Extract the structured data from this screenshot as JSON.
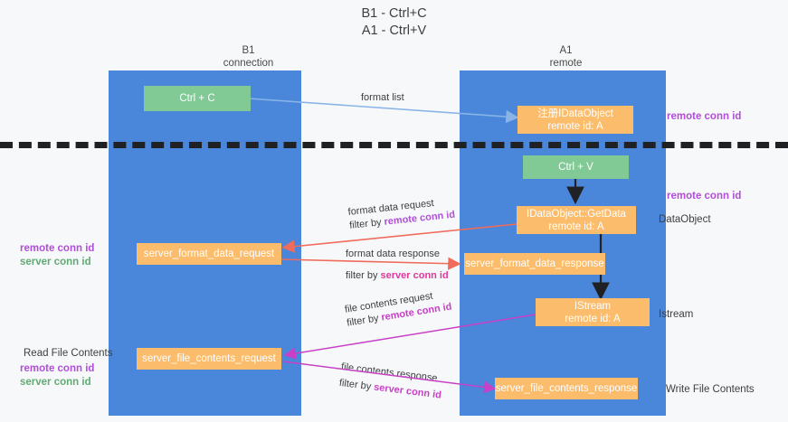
{
  "title": {
    "line1": "B1 - Ctrl+C",
    "line2": "A1 - Ctrl+V"
  },
  "columns": {
    "left": {
      "name": "B1",
      "role": "connection"
    },
    "right": {
      "name": "A1",
      "role": "remote"
    }
  },
  "nodes": {
    "ctrl_c": {
      "label": "Ctrl + C"
    },
    "ctrl_v": {
      "label": "Ctrl + V"
    },
    "register_dataobject": {
      "line1": "注册IDataObject",
      "line2": "remote id: A"
    },
    "getdata": {
      "line1": "IDataObject::GetData",
      "line2": "remote id: A"
    },
    "istream": {
      "line1": "IStream",
      "line2": "remote id: A"
    },
    "server_format_data_request": {
      "label": "server_format_data_request"
    },
    "server_format_data_response": {
      "label": "server_format_data_response"
    },
    "server_file_contents_request": {
      "label": "server_file_contents_request"
    },
    "server_file_contents_response": {
      "label": "server_file_contents_response"
    }
  },
  "edges": {
    "format_list": {
      "label": "format list"
    },
    "format_data_request": {
      "line1": "format data request",
      "filter_prefix": "filter by ",
      "filter_key": "remote conn id"
    },
    "format_data_response": {
      "line1": "format data response",
      "filter_prefix": "filter by ",
      "filter_key": "server conn id"
    },
    "file_contents_request": {
      "line1": "file contents request",
      "filter_prefix": "filter by ",
      "filter_key": "remote conn id"
    },
    "file_contents_response": {
      "line1": "file contents response",
      "filter_prefix": "filter by ",
      "filter_key": "server conn id"
    }
  },
  "annotations": {
    "right_top_conn": "remote conn id",
    "right_getdata_conn": "remote conn id",
    "right_dataobject": "DataObject",
    "right_istream": "Istream",
    "right_write_file": "Write File Contents",
    "left_mid_remote": "remote conn id",
    "left_mid_server": "server conn id",
    "left_read_file": "Read File Contents",
    "left_bot_remote": "remote conn id",
    "left_bot_server": "server conn id"
  },
  "colors": {
    "lane": "#4a86d9",
    "green_node": "#81c995",
    "orange_node": "#fbbc6b",
    "purple": "#b14fd8",
    "green_text": "#5fab73",
    "pink": "#e0399a",
    "magenta": "#c840c8",
    "blue_arrow": "#8ab4e8",
    "red_arrow": "#ef6b5b",
    "black": "#202124"
  }
}
